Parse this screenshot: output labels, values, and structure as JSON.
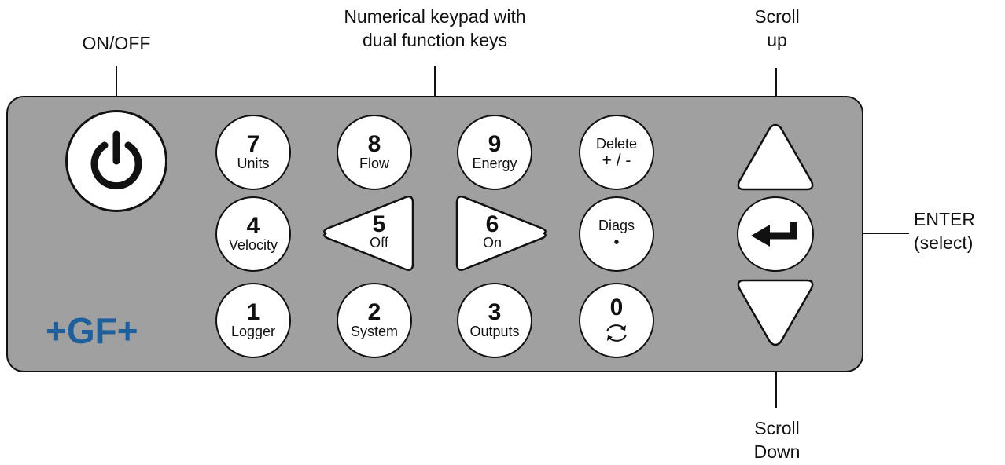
{
  "callouts": {
    "on_off": "ON/OFF",
    "keypad_line1": "Numerical keypad with",
    "keypad_line2": "dual function keys",
    "scroll_up_line1": "Scroll",
    "scroll_up_line2": "up",
    "enter_line1": "ENTER",
    "enter_line2": "(select)",
    "scroll_down_line1": "Scroll",
    "scroll_down_line2": "Down"
  },
  "logo": {
    "text": "+GF+",
    "color": "#1f5f9c"
  },
  "panel_color": "#a0a0a0",
  "keys": {
    "k7": {
      "num": "7",
      "fn": "Units"
    },
    "k8": {
      "num": "8",
      "fn": "Flow"
    },
    "k9": {
      "num": "9",
      "fn": "Energy"
    },
    "delete": {
      "line1": "Delete",
      "line2": "+ / -"
    },
    "k4": {
      "num": "4",
      "fn": "Velocity"
    },
    "k5": {
      "num": "5",
      "fn": "Off"
    },
    "k6": {
      "num": "6",
      "fn": "On"
    },
    "diags": {
      "line1": "Diags",
      "line2": "•"
    },
    "k1": {
      "num": "1",
      "fn": "Logger"
    },
    "k2": {
      "num": "2",
      "fn": "System"
    },
    "k3": {
      "num": "3",
      "fn": "Outputs"
    },
    "k0": {
      "num": "0",
      "icon": "refresh-icon"
    }
  },
  "icons": {
    "power": "power-icon",
    "enter": "enter-return-icon",
    "scroll_up": "triangle-up-icon",
    "scroll_down": "triangle-down-icon"
  }
}
